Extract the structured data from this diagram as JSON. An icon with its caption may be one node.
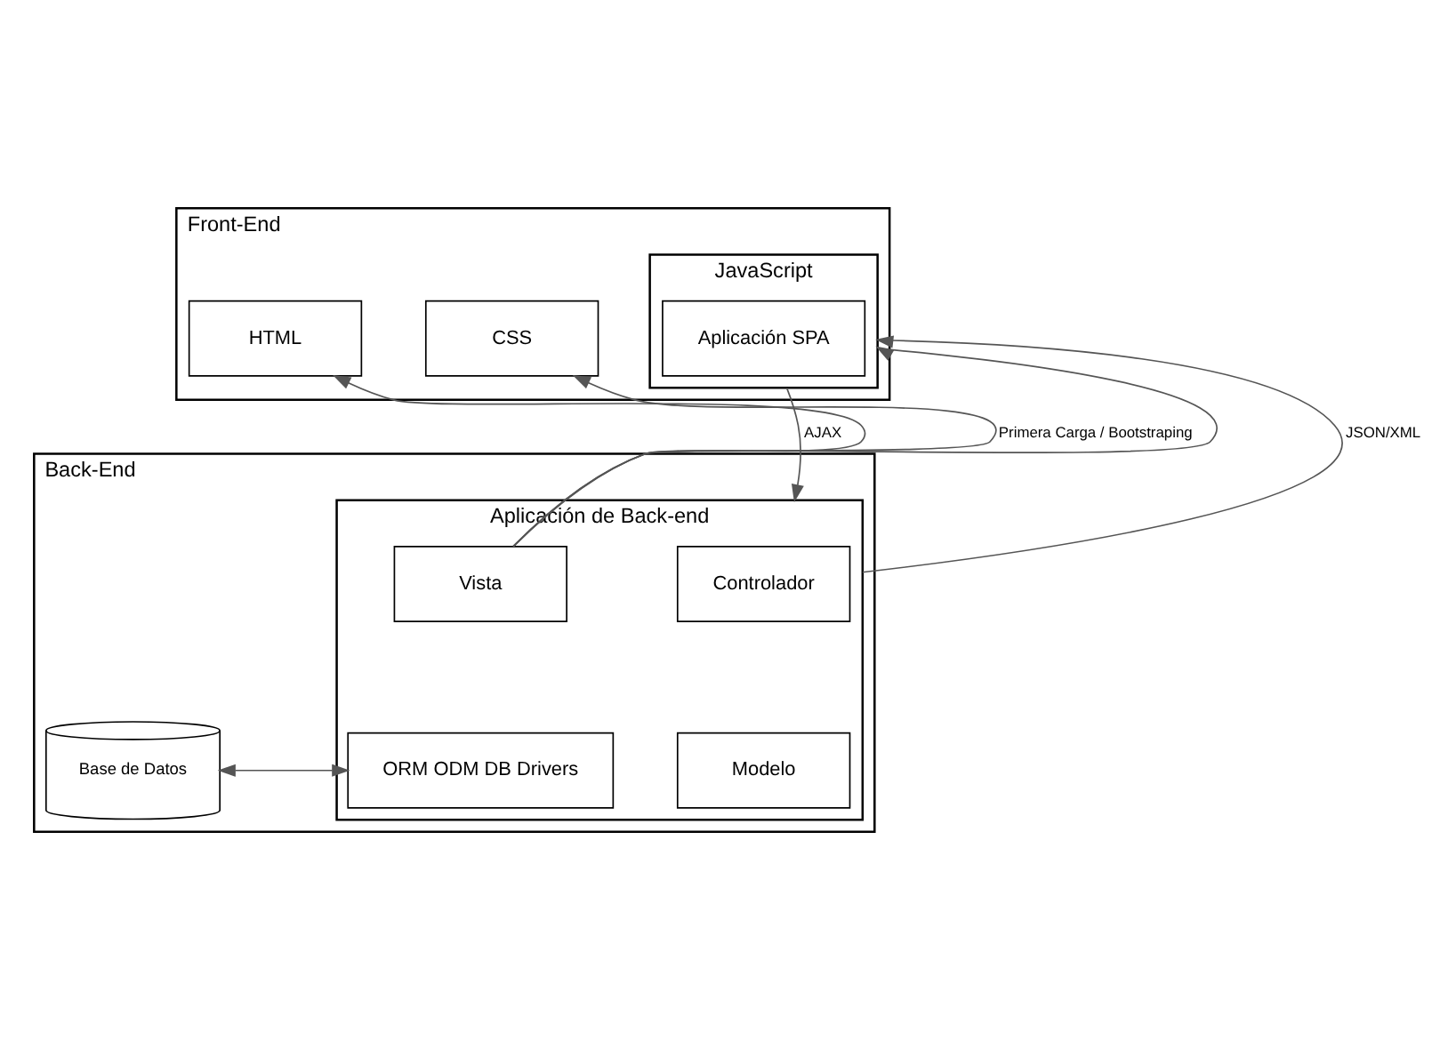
{
  "diagram": {
    "nodes": [
      {
        "text": [
          "Front-End"
        ]
      },
      {
        "text": [
          "HTML"
        ],
        "in": 0
      },
      {
        "text": [
          "CSS"
        ],
        "in": 0
      },
      {
        "text": [
          "JavaScript"
        ],
        "in": 0
      },
      {
        "text": [
          "Aplicación SPA"
        ],
        "in": 3
      },
      {
        "text": [
          "Back-End"
        ]
      },
      {
        "text": [
          "Aplicación de Back-end"
        ],
        "in": 5
      },
      {
        "text": [
          "Vista"
        ],
        "in": 6
      },
      {
        "text": [
          "Controlador"
        ],
        "in": 6
      },
      {
        "text": [
          "Base de Datos"
        ],
        "in": 5
      },
      {
        "text": [
          "ORM ODM DB Drivers"
        ],
        "in": 6
      },
      {
        "text": [
          "Modelo"
        ],
        "in": 6
      }
    ],
    "edges": [
      {
        "from": 7,
        "to": 1,
        "arrow": "to"
      },
      {
        "from": 7,
        "to": 2,
        "arrow": "to",
        "label": "Primera Carga / Bootstraping"
      },
      {
        "from": 7,
        "to": 3,
        "arrow": "to"
      },
      {
        "from": 3,
        "to": 6,
        "arrow": "to",
        "label": "AJAX"
      },
      {
        "from": 6,
        "to": 3,
        "arrow": "to",
        "label": "JSON/XML"
      },
      {
        "from": 9,
        "to": 10,
        "arrow": "both"
      }
    ]
  }
}
